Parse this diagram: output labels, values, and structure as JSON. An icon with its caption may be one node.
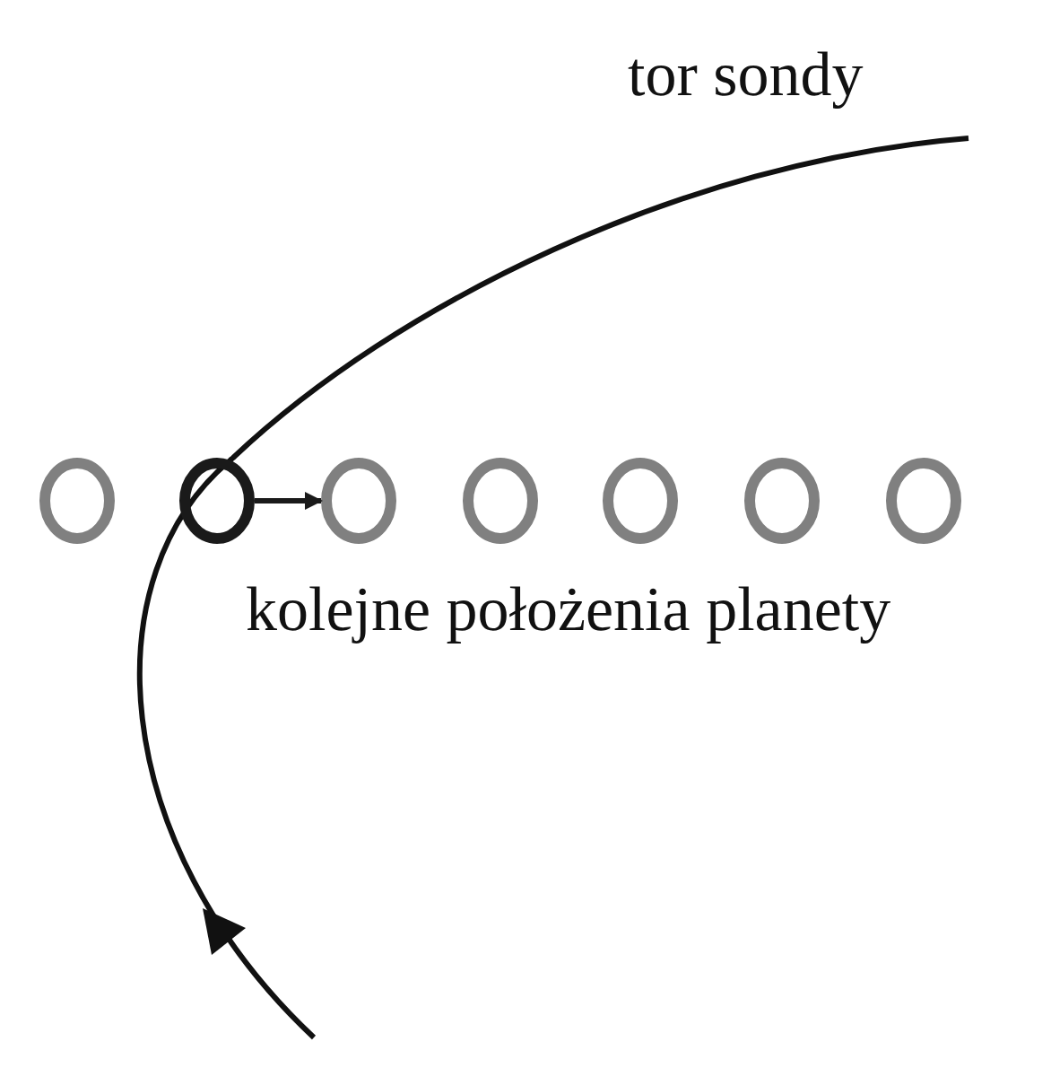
{
  "diagram": {
    "nodes": [
      {
        "text": [],
        "shape": "circle"
      },
      {
        "text": [],
        "shape": "circle"
      },
      {
        "text": [],
        "shape": "circle"
      },
      {
        "text": [],
        "shape": "circle"
      },
      {
        "text": [],
        "shape": "circle"
      },
      {
        "text": [],
        "shape": "circle"
      },
      {
        "text": [],
        "shape": "circle"
      }
    ],
    "edges": [
      {
        "from": 1,
        "to": 2,
        "arrow": "to"
      }
    ],
    "labels": [
      "tor sondy",
      "kolejne położenia planety"
    ]
  }
}
